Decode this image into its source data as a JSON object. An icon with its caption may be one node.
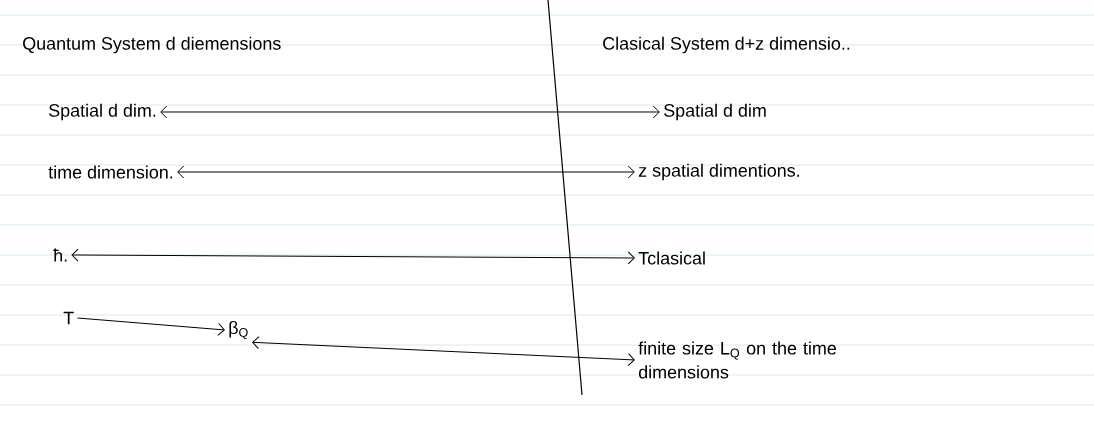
{
  "diagram": {
    "nodes": [
      {
        "text": [
          "Spatial d dim."
        ]
      },
      {
        "text": [
          "time dimension."
        ]
      },
      {
        "text": [
          "ħ."
        ]
      },
      {
        "text": [
          "T"
        ]
      },
      {
        "text": [
          "β$_{Q}$"
        ]
      },
      {
        "text": [
          "Spatial d dim"
        ]
      },
      {
        "text": [
          "z spatial dimentions."
        ]
      },
      {
        "text": [
          "Tclasical"
        ]
      },
      {
        "text": [
          "finite size L$_{Q}$ on the time dimensions"
        ]
      }
    ],
    "edges": [
      {
        "from": 0,
        "to": 5,
        "arrow": "both"
      },
      {
        "from": 1,
        "to": 6,
        "arrow": "both"
      },
      {
        "from": 2,
        "to": 7,
        "arrow": "both"
      },
      {
        "from": 3,
        "to": 4,
        "arrow": "to"
      },
      {
        "from": 4,
        "to": 8,
        "arrow": "both"
      }
    ],
    "labels": [
      "Quantum System d diemensions",
      "Clasical System d+z dimensio.."
    ]
  }
}
